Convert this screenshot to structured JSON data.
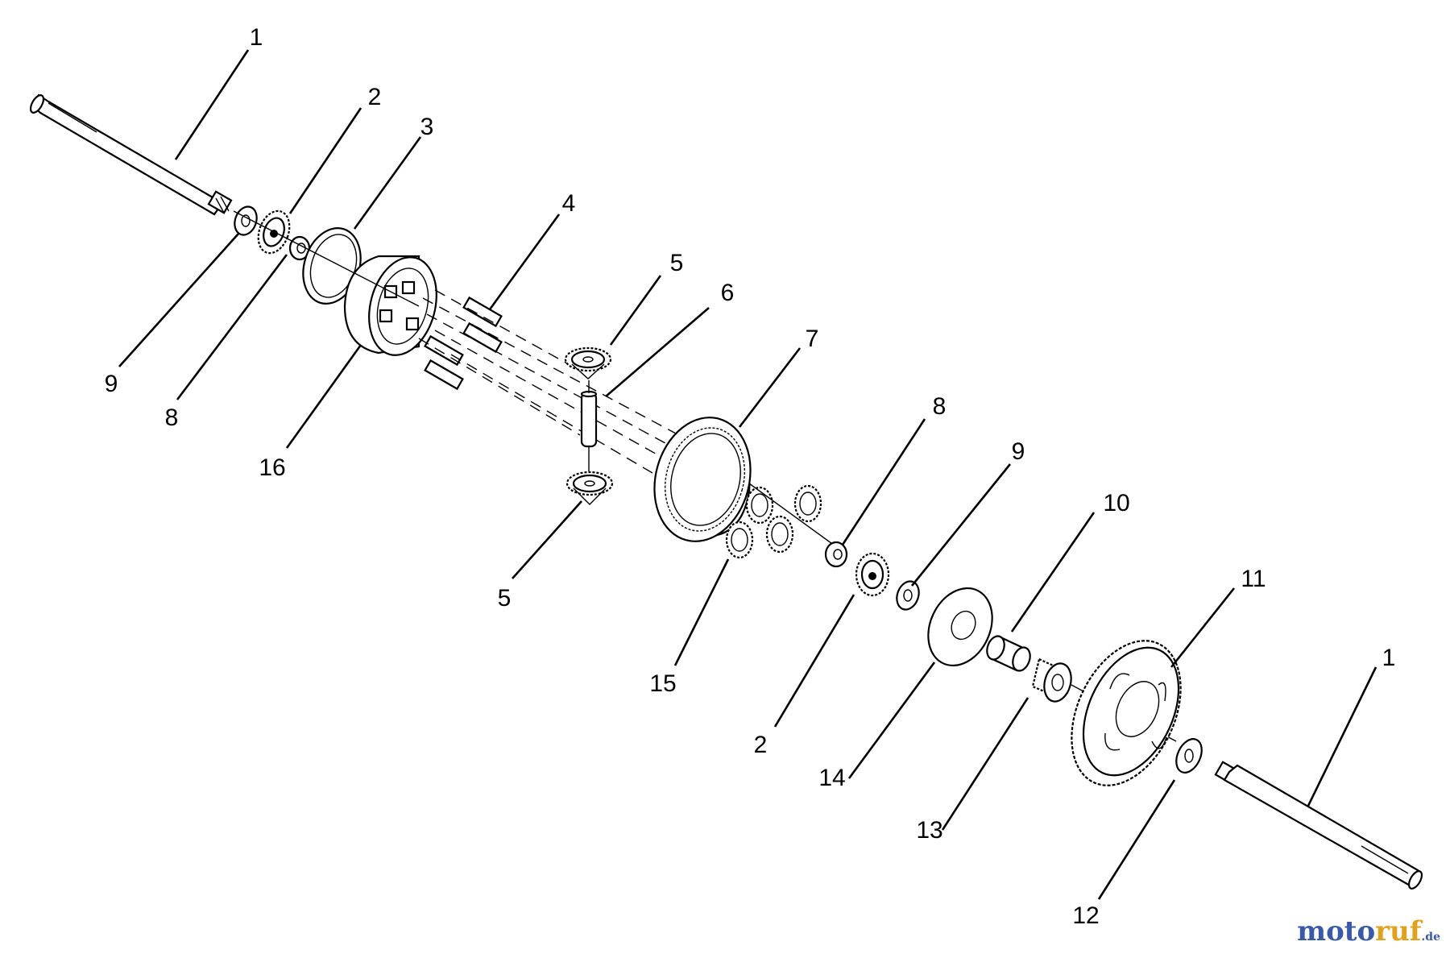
{
  "diagram": {
    "callouts": {
      "c1_top": "1",
      "c2_top": "2",
      "c3": "3",
      "c4": "4",
      "c5_top": "5",
      "c6": "6",
      "c7": "7",
      "c8_right": "8",
      "c9_right": "9",
      "c10": "10",
      "c11": "11",
      "c1_bottom": "1",
      "c9_left": "9",
      "c8_left": "8",
      "c16": "16",
      "c5_bottom": "5",
      "c15": "15",
      "c2_bottom": "2",
      "c14": "14",
      "c13": "13",
      "c12": "12"
    }
  },
  "watermark": {
    "part1": "moto",
    "part2": "ruf",
    "part3": ".de"
  }
}
